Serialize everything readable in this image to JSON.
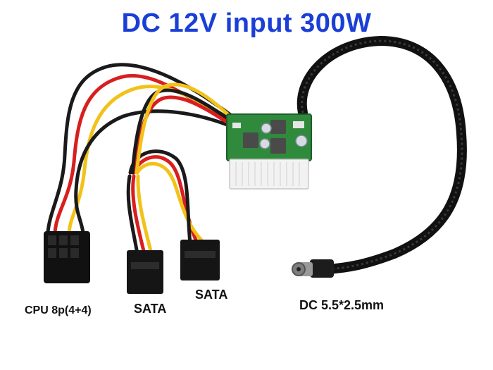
{
  "title": "DC 12V input 300W",
  "labels": {
    "cpu": "CPU 8p(4+4)",
    "sata1": "SATA",
    "sata2": "SATA",
    "dc": "DC 5.5*2.5mm"
  },
  "colors": {
    "title": "#1a3fd6",
    "wire_red": "#d81e1e",
    "wire_yellow": "#f2c21a",
    "wire_black": "#1a1a1a",
    "board": "#2f8a3c",
    "connector_white": "#f2f2f2",
    "connector_black": "#111111",
    "sleeve": "#1b1b1b"
  }
}
